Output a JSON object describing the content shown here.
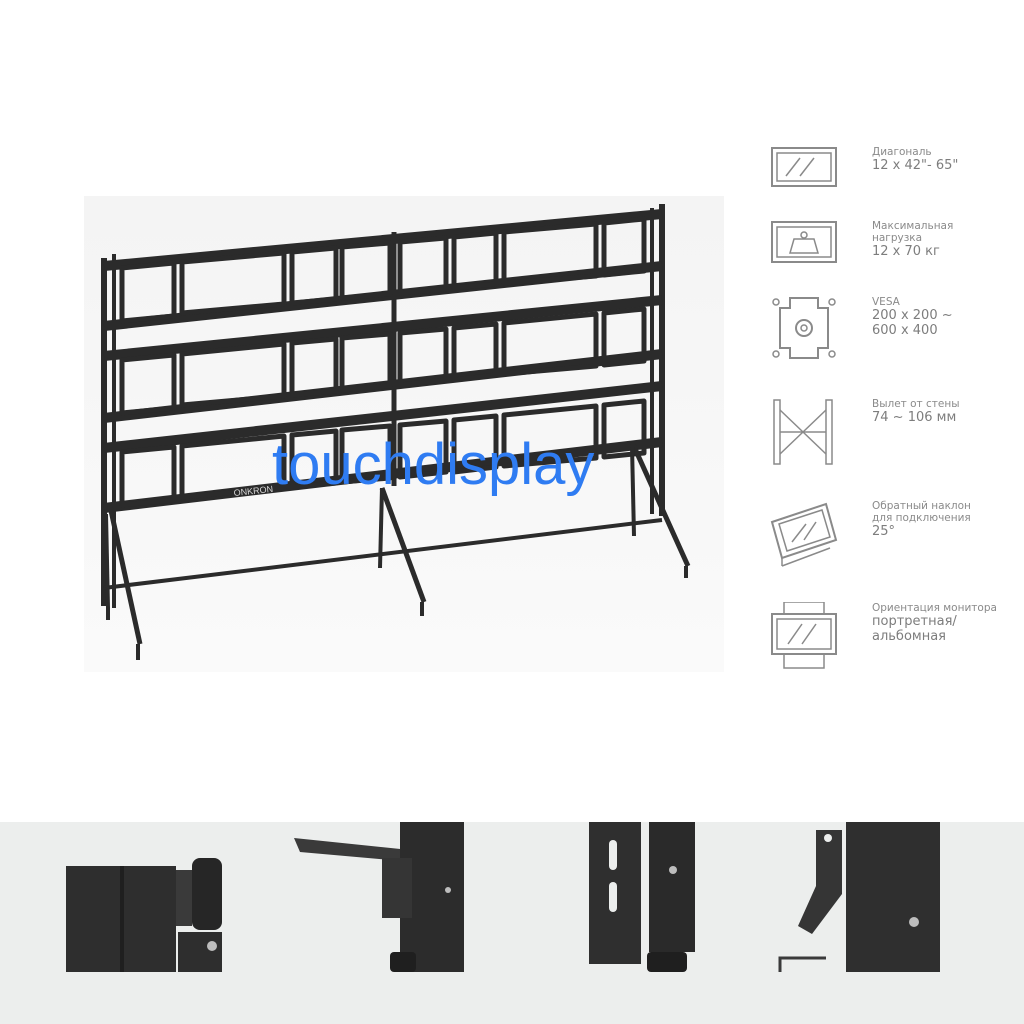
{
  "product": {
    "brand_mark": "ONKRON",
    "watermark": "touchdisplay"
  },
  "specs": [
    {
      "icon": "diagonal-screen-icon",
      "label": "Диагональ",
      "value": "12 х 42\"- 65\""
    },
    {
      "icon": "weight-icon",
      "label": "Максимальная\nнагрузка",
      "value": "12 х 70 кг"
    },
    {
      "icon": "vesa-plate-icon",
      "label": "VESA",
      "value": "200 х 200 ~\n600 х 400"
    },
    {
      "icon": "wall-offset-icon",
      "label": "Вылет от стены",
      "value": "74 ~ 106 мм"
    },
    {
      "icon": "reverse-tilt-icon",
      "label": "Обратный наклон\nдля подключения",
      "value": "25°"
    },
    {
      "icon": "orientation-icon",
      "label": "Ориентация монитора",
      "value": "портретная/\nальбомная"
    }
  ],
  "details": [
    {
      "icon": "clamp-knob-detail-icon"
    },
    {
      "icon": "lever-adjust-detail-icon"
    },
    {
      "icon": "slotted-bracket-detail-icon"
    },
    {
      "icon": "latch-hook-detail-icon"
    }
  ]
}
